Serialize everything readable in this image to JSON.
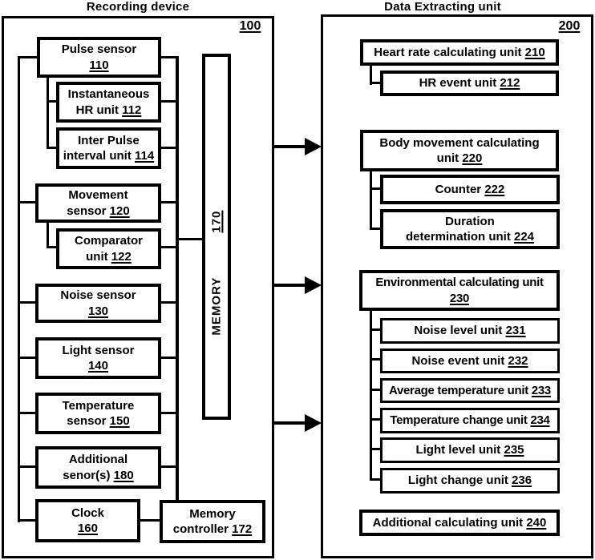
{
  "colors": {
    "ink": "#000000",
    "paper": "#ffffff"
  },
  "figure": {
    "left_panel": {
      "title": "Recording device",
      "ref": "100",
      "boxes": {
        "pulse_sensor": {
          "label": "Pulse sensor\n",
          "ref": "110"
        },
        "instantaneous_hr": {
          "label": "Instantaneous\nHR unit ",
          "ref": "112"
        },
        "inter_pulse": {
          "label": "Inter Pulse\ninterval unit ",
          "ref": "114"
        },
        "movement_sensor": {
          "label": "Movement\nsensor ",
          "ref": "120"
        },
        "comparator": {
          "label": "Comparator\nunit ",
          "ref": "122"
        },
        "noise_sensor": {
          "label": "Noise sensor\n",
          "ref": "130"
        },
        "light_sensor": {
          "label": "Light sensor\n",
          "ref": "140"
        },
        "temperature_sensor": {
          "label": "Temperature\nsensor ",
          "ref": "150"
        },
        "additional_sensors": {
          "label": "Additional\nsenor(s) ",
          "ref": "180"
        },
        "clock": {
          "label": "Clock\n",
          "ref": "160"
        },
        "memory": {
          "label": "MEMORY",
          "ref": "170"
        },
        "memory_controller": {
          "label": "Memory\ncontroller ",
          "ref": "172"
        }
      }
    },
    "right_panel": {
      "title": "Data Extracting unit",
      "ref": "200",
      "boxes": {
        "heart_rate": {
          "label": "Heart rate calculating unit ",
          "ref": "210"
        },
        "hr_event": {
          "label": "HR event unit ",
          "ref": "212"
        },
        "body_movement": {
          "label": "Body movement calculating\nunit ",
          "ref": "220"
        },
        "counter": {
          "label": "Counter ",
          "ref": "222"
        },
        "duration": {
          "label": "Duration\ndetermination unit ",
          "ref": "224"
        },
        "environmental": {
          "label": "Environmental calculating unit\n",
          "ref": "230"
        },
        "noise_level": {
          "label": "Noise level unit ",
          "ref": "231"
        },
        "noise_event": {
          "label": "Noise event unit ",
          "ref": "232"
        },
        "avg_temp": {
          "label": "Average temperature unit ",
          "ref": "233"
        },
        "temp_change": {
          "label": "Temperature change unit ",
          "ref": "234"
        },
        "light_level": {
          "label": "Light level unit ",
          "ref": "235"
        },
        "light_change": {
          "label": "Light change unit ",
          "ref": "236"
        },
        "additional_calc": {
          "label": "Additional calculating unit ",
          "ref": "240"
        }
      }
    }
  }
}
